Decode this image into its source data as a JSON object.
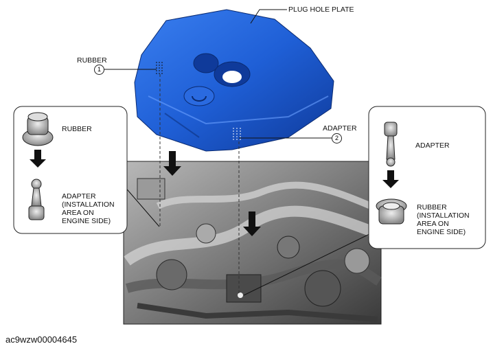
{
  "labels": {
    "plug_hole_plate": "PLUG HOLE PLATE",
    "rubber_top": "RUBBER",
    "adapter_top": "ADAPTER",
    "callout_1": "1",
    "callout_2": "2",
    "left_inset": {
      "rubber": "RUBBER",
      "adapter_lines": [
        "ADAPTER",
        "(INSTALLATION",
        "AREA ON",
        "ENGINE SIDE)"
      ]
    },
    "right_inset": {
      "adapter": "ADAPTER",
      "rubber_lines": [
        "RUBBER",
        "(INSTALLATION",
        "AREA ON",
        "ENGINE SIDE)"
      ]
    }
  },
  "figure_id": "ac9wzw00004645",
  "colors": {
    "cover_blue": "#1f5fd6",
    "cover_dark": "#0f3a9a",
    "engine_gray": "#8a8a8a",
    "line": "#222222"
  }
}
